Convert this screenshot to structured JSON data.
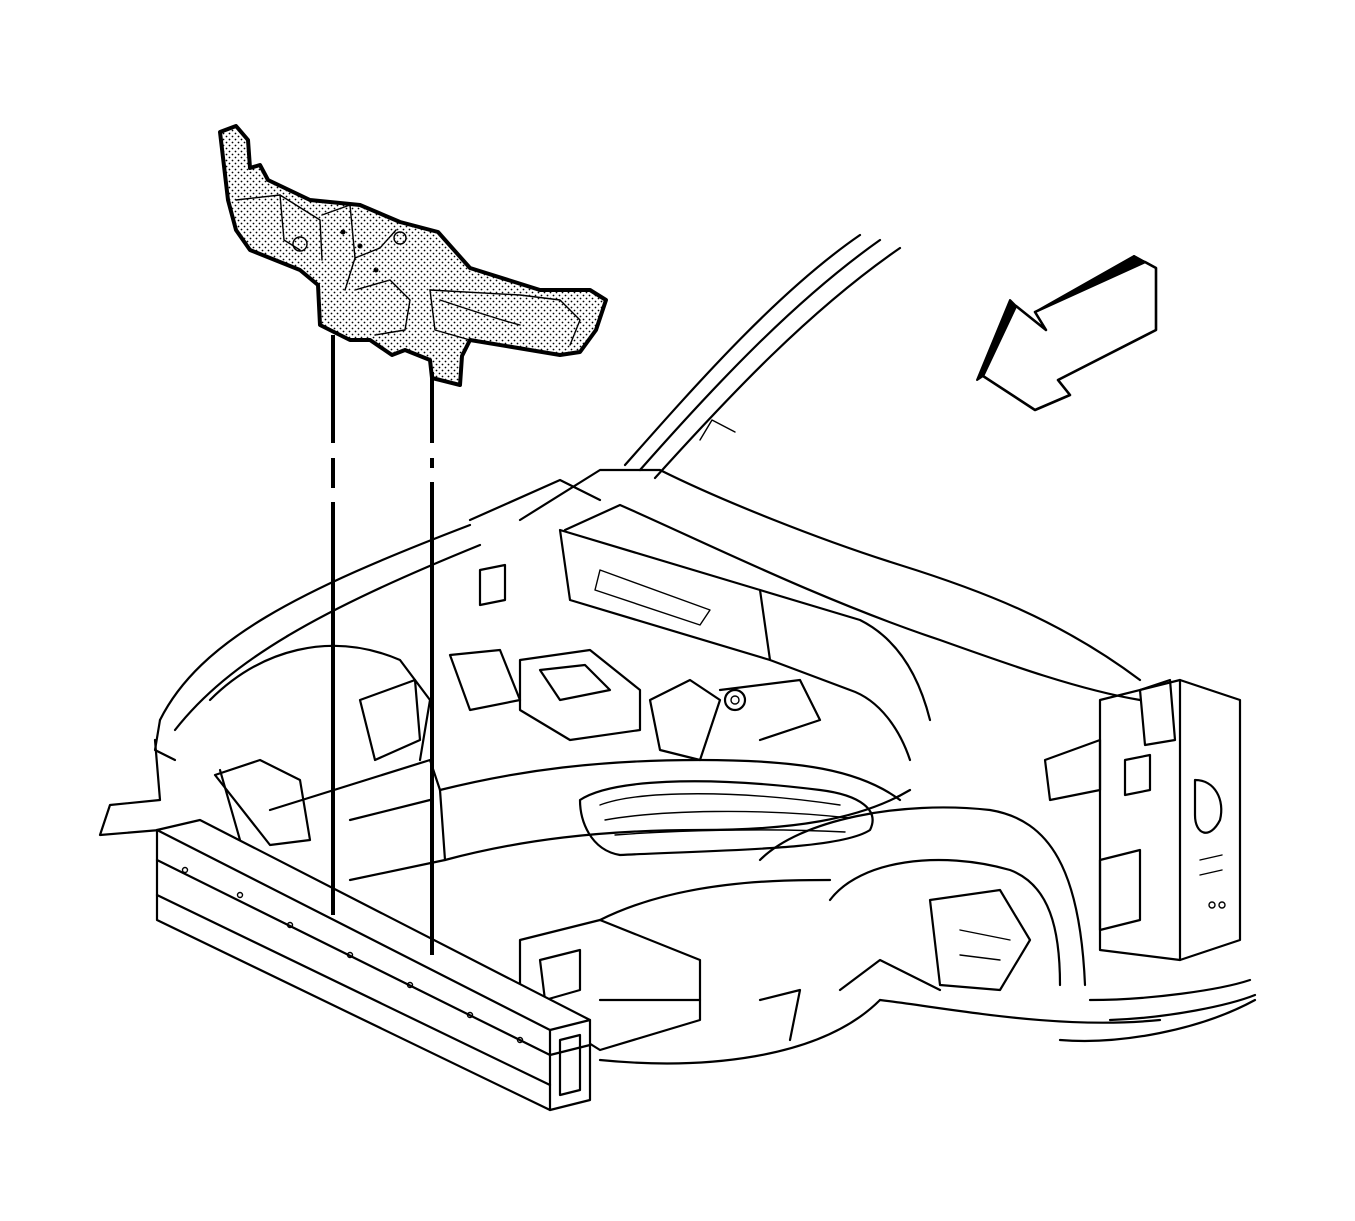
{
  "diagram": {
    "parts": [
      {
        "id": "removed-bracket",
        "icon": "stippled-bracket-icon"
      },
      {
        "id": "vehicle-front-structure",
        "icon": "car-body-frame-icon"
      },
      {
        "id": "front-direction-arrow",
        "icon": "arrow-front-icon"
      }
    ],
    "colors": {
      "line": "#000000",
      "background": "#ffffff",
      "stipple": "#000000"
    }
  }
}
